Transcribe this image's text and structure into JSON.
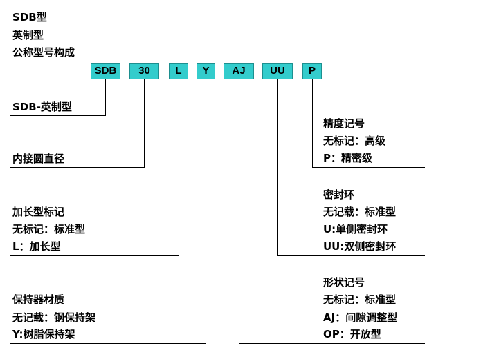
{
  "header": {
    "line1": "SDB型",
    "line2": "英制型",
    "line3": "公称型号构成"
  },
  "code_parts": [
    "SDB",
    "30",
    "L",
    "Y",
    "AJ",
    "UU",
    "P"
  ],
  "left": {
    "sdb": {
      "title": "SDB-英制型"
    },
    "diameter": {
      "title": "内接圆直径"
    },
    "length": {
      "title": "加长型标记",
      "items": [
        "无标记：标准型",
        "L：加长型"
      ]
    },
    "cage": {
      "title": "保持器材质",
      "items": [
        "无记载：钢保持架",
        "Y:树脂保持架"
      ]
    }
  },
  "right": {
    "precision": {
      "title": "精度记号",
      "items": [
        "无标记：高级",
        "P：精密级"
      ]
    },
    "seal": {
      "title": "密封环",
      "items": [
        "无记载：标准型",
        "U:单侧密封环",
        "UU:双侧密封环"
      ]
    },
    "shape": {
      "title": "形状记号",
      "items": [
        "无标记：标准型",
        "AJ：间隙调整型",
        "OP：开放型"
      ]
    }
  },
  "colors": {
    "box_fill": "#33cccc",
    "line": "#000000"
  }
}
